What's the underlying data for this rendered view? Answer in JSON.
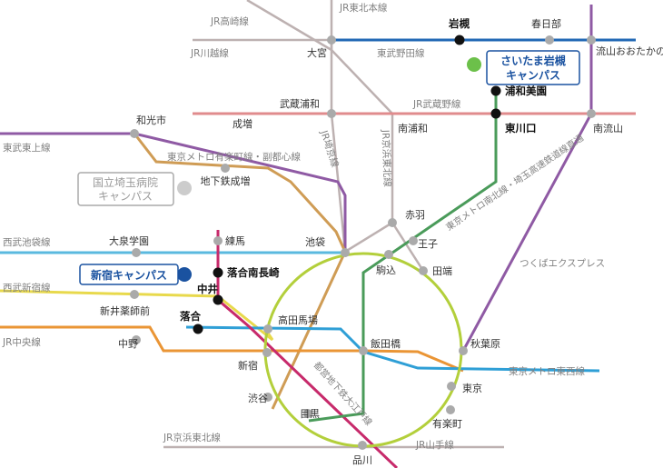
{
  "colors": {
    "jr_gray": "#bdb1b1",
    "tobu_noda": "#2268b5",
    "musashino": "#e08b8d",
    "tobu_tojo": "#8f5aa4",
    "yurakucho": "#cf9c55",
    "ikebukuro": "#5ab9df",
    "shinjuku": "#e8d94c",
    "chuo": "#ea9535",
    "tozai": "#2f9fd6",
    "oedo": "#c72a6b",
    "namboku": "#4a9b5a",
    "yamanote": "#b3cf3b",
    "tsukuba": "#8f5aa4",
    "campus_blue": "#1a52a0",
    "campus_green": "#6cc04a",
    "campus_gray": "#cccccc",
    "dot_gray": "#aaaaaa",
    "dot_black": "#111111"
  },
  "lines": {
    "jr_takasaki": "JR高崎線",
    "jr_tohoku": "JR東北本線",
    "jr_kawagoe": "JR川越線",
    "tobu_noda": "東武野田線",
    "jr_musashino": "JR武蔵野線",
    "tobu_tojo": "東武東上線",
    "yurakucho_fukutoshin": "東京メトロ有楽町線・副都心線",
    "jr_saikyo": "JR埼京線",
    "jr_keihin_tohoku_v": "JR京浜東北線",
    "namboku_saitama": "東京メトロ南北線・埼玉高速鉄道線直通",
    "seibu_ikebukuro": "西武池袋線",
    "seibu_shinjuku": "西武新宿線",
    "jr_chuo": "JR中央線",
    "tsukuba_express": "つくばエクスプレス",
    "tokyo_metro_tozai": "東京メトロ東西線",
    "toei_oedo": "都営地下鉄大江戸線",
    "jr_yamanote": "JR山手線",
    "jr_keihin_tohoku_h": "JR京浜東北線"
  },
  "stations": {
    "omiya": "大宮",
    "iwatsuki": "岩槻",
    "kasukabe": "春日部",
    "nagareyama": "流山おおたかの森",
    "urawamisono": "浦和美園",
    "musashiurawa": "武蔵浦和",
    "minamiurawa": "南浦和",
    "higashikawaguchi": "東川口",
    "minaminagareyama": "南流山",
    "wakoshi": "和光市",
    "narimasu": "成増",
    "chikatetsu_narimasu": "地下鉄成増",
    "akabane": "赤羽",
    "oji": "王子",
    "oizumigakuen": "大泉学園",
    "nerima": "練馬",
    "ikebukuro": "池袋",
    "komagome": "駒込",
    "tabata": "田端",
    "ochiaiminaminagasaki": "落合南長崎",
    "nakai": "中井",
    "araiyakushimae": "新井薬師前",
    "ochiai": "落合",
    "takadanobaba": "高田馬場",
    "nakano": "中野",
    "iidabashi": "飯田橋",
    "akihabara": "秋葉原",
    "shinjuku": "新宿",
    "tokyo": "東京",
    "shibuya": "渋谷",
    "meguro": "目黒",
    "yurakucho": "有楽町",
    "shinagawa": "品川"
  },
  "campuses": {
    "saitama_iwatsuki": [
      "さいたま岩槻",
      "キャンパス"
    ],
    "kokuritsu_saitama": [
      "国立埼玉病院",
      "キャンパス"
    ],
    "shinjuku": "新宿キャンパス"
  }
}
